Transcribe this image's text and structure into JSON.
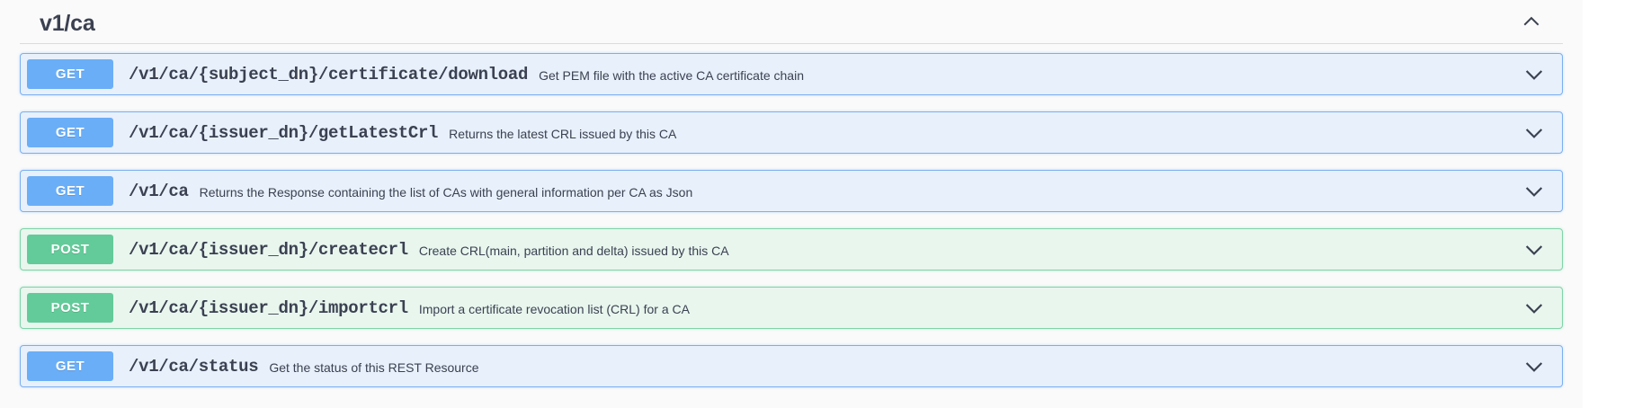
{
  "section": {
    "tag_name": "v1/ca",
    "expanded": true,
    "collapse_icon": "chevron-up-icon"
  },
  "colors": {
    "get_badge": "#6aaef7",
    "post_badge": "#63cb99",
    "get_row_bg": "#e8f0fb",
    "get_row_border": "#7aaff0",
    "post_row_bg": "#e8f6ee",
    "post_row_border": "#7fd3a8",
    "section_bg": "#fafafa",
    "text": "#3b4151"
  },
  "operations": [
    {
      "method": "GET",
      "method_class": "get",
      "path": "/v1/ca/{subject_dn}/certificate/download",
      "description": "Get PEM file with the active CA certificate chain",
      "expand_icon": "chevron-down-icon"
    },
    {
      "method": "GET",
      "method_class": "get",
      "path": "/v1/ca/{issuer_dn}/getLatestCrl",
      "description": "Returns the latest CRL issued by this CA",
      "expand_icon": "chevron-down-icon"
    },
    {
      "method": "GET",
      "method_class": "get",
      "path": "/v1/ca",
      "description": "Returns the Response containing the list of CAs with general information per CA as Json",
      "expand_icon": "chevron-down-icon"
    },
    {
      "method": "POST",
      "method_class": "post",
      "path": "/v1/ca/{issuer_dn}/createcrl",
      "description": "Create CRL(main, partition and delta) issued by this CA",
      "expand_icon": "chevron-down-icon"
    },
    {
      "method": "POST",
      "method_class": "post",
      "path": "/v1/ca/{issuer_dn}/importcrl",
      "description": "Import a certificate revocation list (CRL) for a CA",
      "expand_icon": "chevron-down-icon"
    },
    {
      "method": "GET",
      "method_class": "get",
      "path": "/v1/ca/status",
      "description": "Get the status of this REST Resource",
      "expand_icon": "chevron-down-icon"
    }
  ]
}
